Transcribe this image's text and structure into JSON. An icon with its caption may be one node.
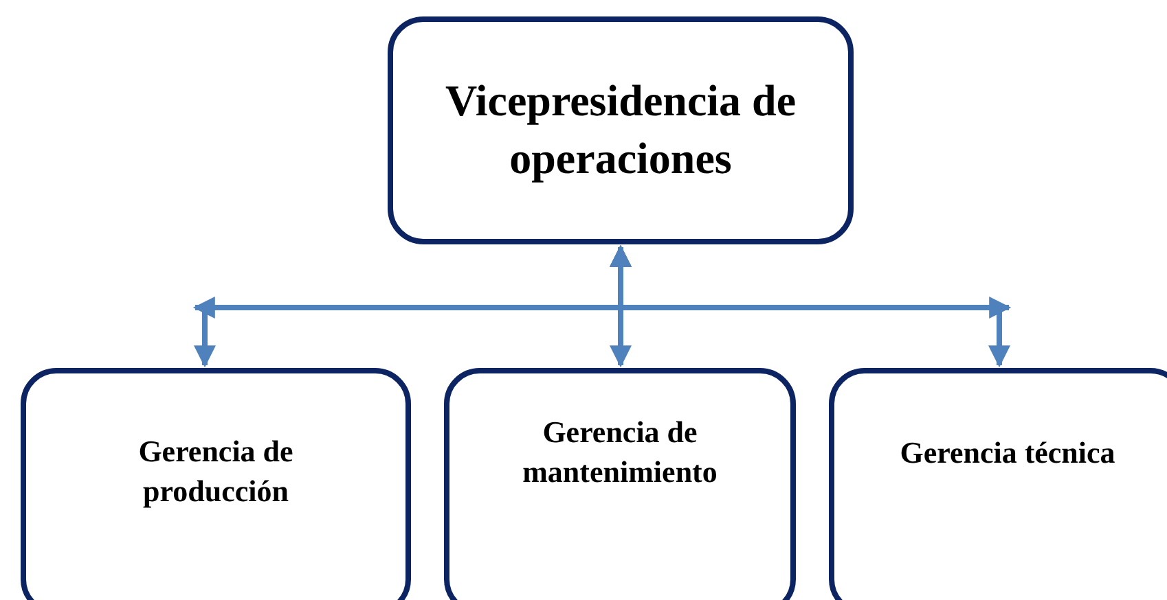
{
  "diagram": {
    "nodes": [
      {
        "text": [
          "Vicepresidencia de operaciones"
        ]
      },
      {
        "text": [
          "Gerencia de producción"
        ]
      },
      {
        "text": [
          "Gerencia de mantenimiento"
        ]
      },
      {
        "text": [
          "Gerencia técnica"
        ]
      }
    ],
    "edges": [
      {
        "from": 0,
        "to": 1,
        "arrow": "both"
      },
      {
        "from": 0,
        "to": 2,
        "arrow": "both"
      },
      {
        "from": 0,
        "to": 3,
        "arrow": "both"
      }
    ]
  }
}
